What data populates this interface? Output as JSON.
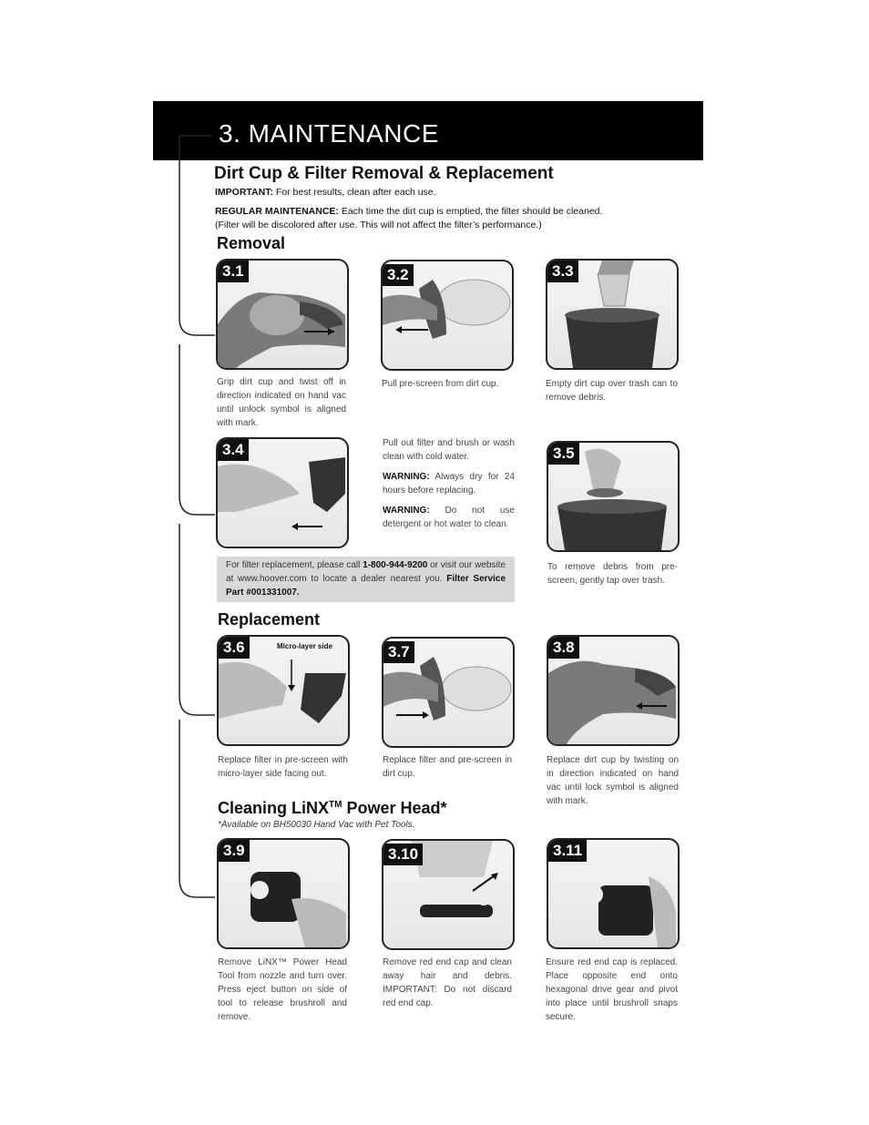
{
  "header": {
    "title": "3. MAINTENANCE"
  },
  "section": {
    "title": "Dirt Cup & Filter Removal & Replacement",
    "important_label": "IMPORTANT:",
    "important_text": " For best results, clean after each use.",
    "regular_label": "REGULAR MAINTENANCE:",
    "regular_text": " Each time the dirt cup is emptied, the filter should be cleaned.",
    "regular_text2": "(Filter will be discolored after use. This will not affect the filter’s performance.)"
  },
  "removal": {
    "title": "Removal"
  },
  "replacement": {
    "title": "Replacement"
  },
  "linx": {
    "title_a": "Cleaning LiNX",
    "tm": "TM",
    "title_b": " Power Head*",
    "footnote": "*Available on BH50030 Hand Vac with Pet Tools."
  },
  "steps": [
    {
      "num": "3.1",
      "caption": "Grip dirt cup and twist off in direction indicated on hand vac until unlock symbol is aligned with mark."
    },
    {
      "num": "3.2",
      "caption": "Pull pre-screen from dirt cup."
    },
    {
      "num": "3.3",
      "caption": "Empty dirt cup over trash can to remove debris."
    },
    {
      "num": "3.4",
      "caption": "Pull out filter and brush or wash clean with cold water."
    },
    {
      "num": "3.5",
      "caption": "To remove debris from pre-screen, gently tap over trash."
    },
    {
      "num": "3.6",
      "caption": "Replace filter in pre-screen with micro-layer side facing out.",
      "label": "Micro-layer side"
    },
    {
      "num": "3.7",
      "caption": "Replace filter and pre-screen in dirt cup."
    },
    {
      "num": "3.8",
      "caption": "Replace dirt cup by twisting on in direction indicated on hand vac until lock symbol is aligned with mark."
    },
    {
      "num": "3.9",
      "caption": "Remove LiNX™ Power Head Tool from nozzle and turn over. Press eject button on side of tool to release brushroll and remove."
    },
    {
      "num": "3.10",
      "caption": "Remove red end cap and clean away hair and debris. IMPORTANT: Do not discard red end cap."
    },
    {
      "num": "3.11",
      "caption": "Ensure red end cap is replaced. Place opposite end onto hexagonal drive gear and pivot into place until brushroll snaps secure."
    }
  ],
  "warnings": {
    "w1_label": "WARNING:",
    "w1_text": " Always dry for 24 hours before replacing.",
    "w2_label": "WARNING:",
    "w2_text": " Do not use detergent or hot water to clean."
  },
  "callout": {
    "text1": "For filter replacement, please call ",
    "phone": "1-800-944-9200",
    "text2": " or visit our website at www.hoover.com to locate a dealer nearest you. ",
    "part": "Filter Service Part #001331007."
  }
}
